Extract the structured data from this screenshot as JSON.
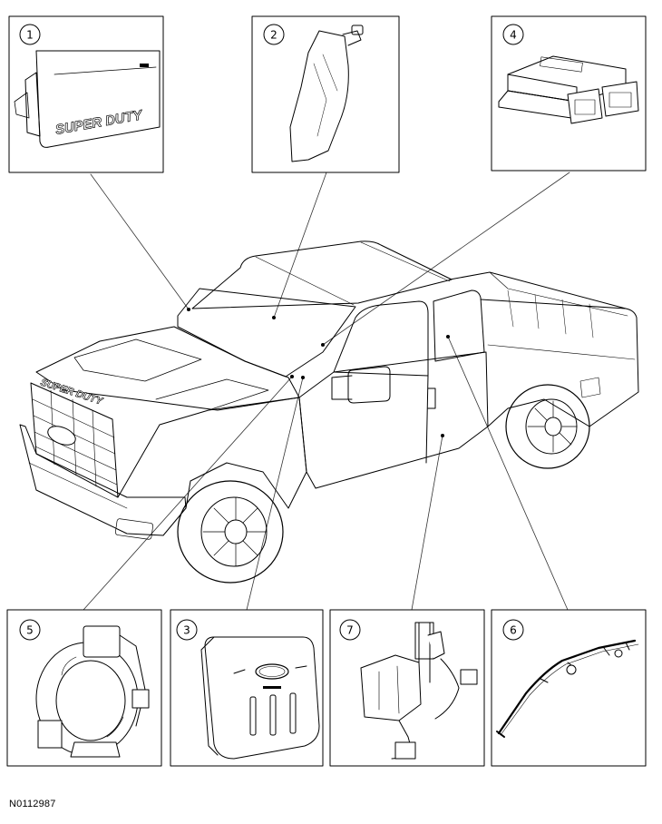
{
  "figure_id": "N0112987",
  "emblem_text": "SUPER DUTY",
  "callouts": [
    {
      "label": "1"
    },
    {
      "label": "2"
    },
    {
      "label": "4"
    },
    {
      "label": "5"
    },
    {
      "label": "3"
    },
    {
      "label": "7"
    },
    {
      "label": "6"
    }
  ],
  "colors": {
    "line": "#000000",
    "background": "#ffffff",
    "leader": "#333333"
  }
}
